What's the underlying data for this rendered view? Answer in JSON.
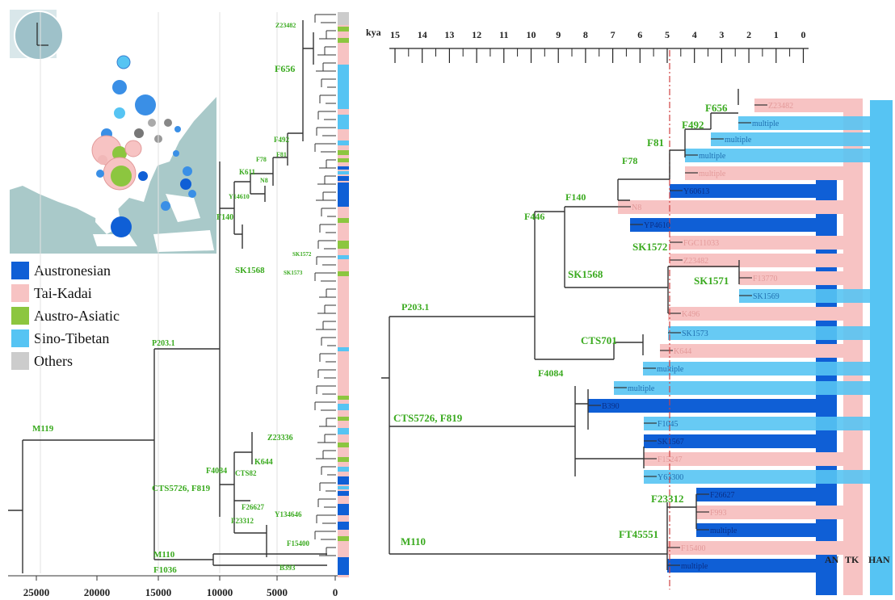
{
  "legend": [
    {
      "label": "Austronesian",
      "color": "#0f5fd6"
    },
    {
      "label": "Tai-Kadai",
      "color": "#f7c3c3"
    },
    {
      "label": "Austro-Asiatic",
      "color": "#8cc63f"
    },
    {
      "label": "Sino-Tibetan",
      "color": "#56c4f3"
    },
    {
      "label": "Others",
      "color": "#cccccc"
    }
  ],
  "left_tree": {
    "x_axis_ticks": [
      "25000",
      "20000",
      "15000",
      "10000",
      "5000",
      "0"
    ],
    "labels": {
      "m119": "M119",
      "p2031": "P203.1",
      "cts5726": "CTS5726, F819",
      "m110": "M110",
      "f1036": "F1036",
      "f656": "F656",
      "z23482": "Z23482",
      "f492": "F492",
      "f78": "F78",
      "f81": "F81",
      "k611": "K611",
      "n8": "N8",
      "y14610": "Y14610",
      "f140": "F140",
      "sk1568": "SK1568",
      "sk1572": "SK1572",
      "sk1573": "SK1573",
      "z23336": "Z23336",
      "k644": "K644",
      "cts82": "CTS82",
      "f4084": "F4084",
      "f26627": "F26627",
      "y134646": "Y134646",
      "f23312": "F23312",
      "f15400": "F15400",
      "b393": "B393"
    }
  },
  "right_tree": {
    "axis_unit": "kya",
    "axis_ticks": [
      "15",
      "14",
      "13",
      "12",
      "11",
      "10",
      "9",
      "8",
      "7",
      "6",
      "5",
      "4",
      "3",
      "2",
      "1",
      "0"
    ],
    "column_labels": {
      "an": "AN",
      "tk": "TK",
      "han": "HAN"
    },
    "node_labels": {
      "f656": "F656",
      "f492": "F492",
      "f81": "F81",
      "f78": "F78",
      "f140": "F140",
      "f446": "F446",
      "sk1572": "SK1572",
      "sk1568": "SK1568",
      "sk1571": "SK1571",
      "p2031": "P203.1",
      "cts701": "CTS701",
      "f4084": "F4084",
      "cts5726": "CTS5726, F819",
      "f23312": "F23312",
      "m110": "M110",
      "ft45551": "FT45551"
    },
    "leaves": [
      {
        "label": "Z23482",
        "group": "TK"
      },
      {
        "label": "multiple",
        "group": "ST"
      },
      {
        "label": "multiple",
        "group": "ST"
      },
      {
        "label": "multiple",
        "group": "ST"
      },
      {
        "label": "multiple",
        "group": "TK"
      },
      {
        "label": "Y60613",
        "group": "AN"
      },
      {
        "label": "N8",
        "group": "TK"
      },
      {
        "label": "YP4610",
        "group": "AN"
      },
      {
        "label": "FGC11033",
        "group": "TK"
      },
      {
        "label": "Z23482",
        "group": "TK"
      },
      {
        "label": "F13770",
        "group": "TK"
      },
      {
        "label": "SK1569",
        "group": "ST"
      },
      {
        "label": "K496",
        "group": "TK"
      },
      {
        "label": "SK1573",
        "group": "ST"
      },
      {
        "label": "K644",
        "group": "TK"
      },
      {
        "label": "multiple",
        "group": "ST"
      },
      {
        "label": "multiple",
        "group": "ST"
      },
      {
        "label": "B390",
        "group": "AN"
      },
      {
        "label": "F1045",
        "group": "ST"
      },
      {
        "label": "SK1567",
        "group": "AN"
      },
      {
        "label": "F15247",
        "group": "TK"
      },
      {
        "label": "Y63300",
        "group": "ST"
      },
      {
        "label": "F26627",
        "group": "AN"
      },
      {
        "label": "F993",
        "group": "TK"
      },
      {
        "label": "multiple",
        "group": "AN"
      },
      {
        "label": "F15400",
        "group": "TK"
      },
      {
        "label": "multiple",
        "group": "AN"
      }
    ]
  }
}
